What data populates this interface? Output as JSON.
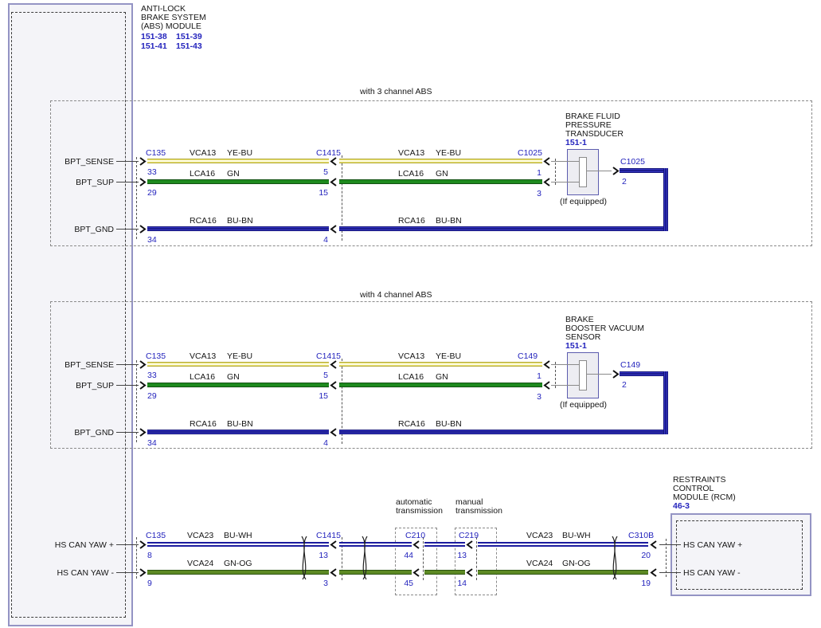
{
  "colors": {
    "label_blue": "#2424bd",
    "wire_yellow": "#e9e26e",
    "wire_green": "#1e8a1e",
    "wire_blue": "#2d2db4",
    "wire_olive": "#5d8a24",
    "module_fill": "#f4f4f8",
    "module_border": "#9494c4"
  },
  "abs": {
    "line1": "ANTI-LOCK",
    "line2": "BRAKE SYSTEM",
    "line3": "(ABS) MODULE",
    "ref1": "151-38",
    "ref2": "151-39",
    "ref3": "151-41",
    "ref4": "151-43"
  },
  "s1": {
    "title": "with 3 channel ABS",
    "conn_left": "C135",
    "conn_mid": "C1415",
    "conn_right": "C1025",
    "rows": [
      {
        "sig": "BPT_SENSE",
        "pin_left": "33",
        "pin_mid": "5",
        "pin_right": "1",
        "ckt": "VCA13",
        "col": "YE-BU"
      },
      {
        "sig": "BPT_SUP",
        "pin_left": "29",
        "pin_mid": "15",
        "pin_right": "3",
        "ckt": "LCA16",
        "col": "GN"
      },
      {
        "sig": "BPT_GND",
        "pin_left": "34",
        "pin_mid": "4",
        "ckt": "RCA16",
        "col": "BU-BN"
      }
    ],
    "comp": {
      "line1": "BRAKE FLUID",
      "line2": "PRESSURE",
      "line3": "TRANSDUCER",
      "ref": "151-1",
      "note": "(If equipped)",
      "conn": "C1025",
      "pin": "2"
    }
  },
  "s2": {
    "title": "with 4 channel ABS",
    "conn_left": "C135",
    "conn_mid": "C1415",
    "conn_right": "C149",
    "rows": [
      {
        "sig": "BPT_SENSE",
        "pin_left": "33",
        "pin_mid": "5",
        "pin_right": "1",
        "ckt": "VCA13",
        "col": "YE-BU"
      },
      {
        "sig": "BPT_SUP",
        "pin_left": "29",
        "pin_mid": "15",
        "pin_right": "3",
        "ckt": "LCA16",
        "col": "GN"
      },
      {
        "sig": "BPT_GND",
        "pin_left": "34",
        "pin_mid": "4",
        "ckt": "RCA16",
        "col": "BU-BN"
      }
    ],
    "comp": {
      "line1": "BRAKE",
      "line2": "BOOSTER VACUUM",
      "line3": "SENSOR",
      "ref": "151-1",
      "note": "(If equipped)",
      "conn": "C149",
      "pin": "2"
    }
  },
  "s3": {
    "conn_left": "C135",
    "conn_mid": "C1415",
    "conn_auto": "C210",
    "conn_man": "C219",
    "conn_rcm": "C310B",
    "auto_line1": "automatic",
    "auto_line2": "transmission",
    "man_line1": "manual",
    "man_line2": "transmission",
    "rows": [
      {
        "sig": "HS CAN YAW +",
        "pin_left": "8",
        "pin_mid": "13",
        "pin_auto": "44",
        "pin_man": "13",
        "pin_rcm": "20",
        "ckt": "VCA23",
        "col": "BU-WH"
      },
      {
        "sig": "HS CAN YAW -",
        "pin_left": "9",
        "pin_mid": "3",
        "pin_auto": "45",
        "pin_man": "14",
        "pin_rcm": "19",
        "ckt": "VCA24",
        "col": "GN-OG"
      }
    ]
  },
  "rcm": {
    "line1": "RESTRAINTS",
    "line2": "CONTROL",
    "line3": "MODULE (RCM)",
    "ref": "46-3",
    "sig_plus": "HS CAN YAW +",
    "sig_minus": "HS CAN YAW -"
  }
}
